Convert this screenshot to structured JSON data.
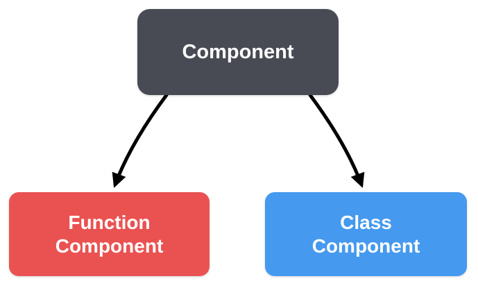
{
  "diagram": {
    "background_color": "#ffffff",
    "arrow_color": "#000000",
    "nodes": {
      "component": {
        "label": "Component",
        "color": "#484b53",
        "text_color": "#ffffff"
      },
      "function_component": {
        "label": "Function\nComponent",
        "color": "#ea5252",
        "text_color": "#ffffff"
      },
      "class_component": {
        "label": "Class\nComponent",
        "color": "#4599ef",
        "text_color": "#ffffff"
      }
    },
    "edges": [
      {
        "from": "component",
        "to": "function_component",
        "style": "curved-arrow"
      },
      {
        "from": "component",
        "to": "class_component",
        "style": "curved-arrow"
      }
    ]
  }
}
